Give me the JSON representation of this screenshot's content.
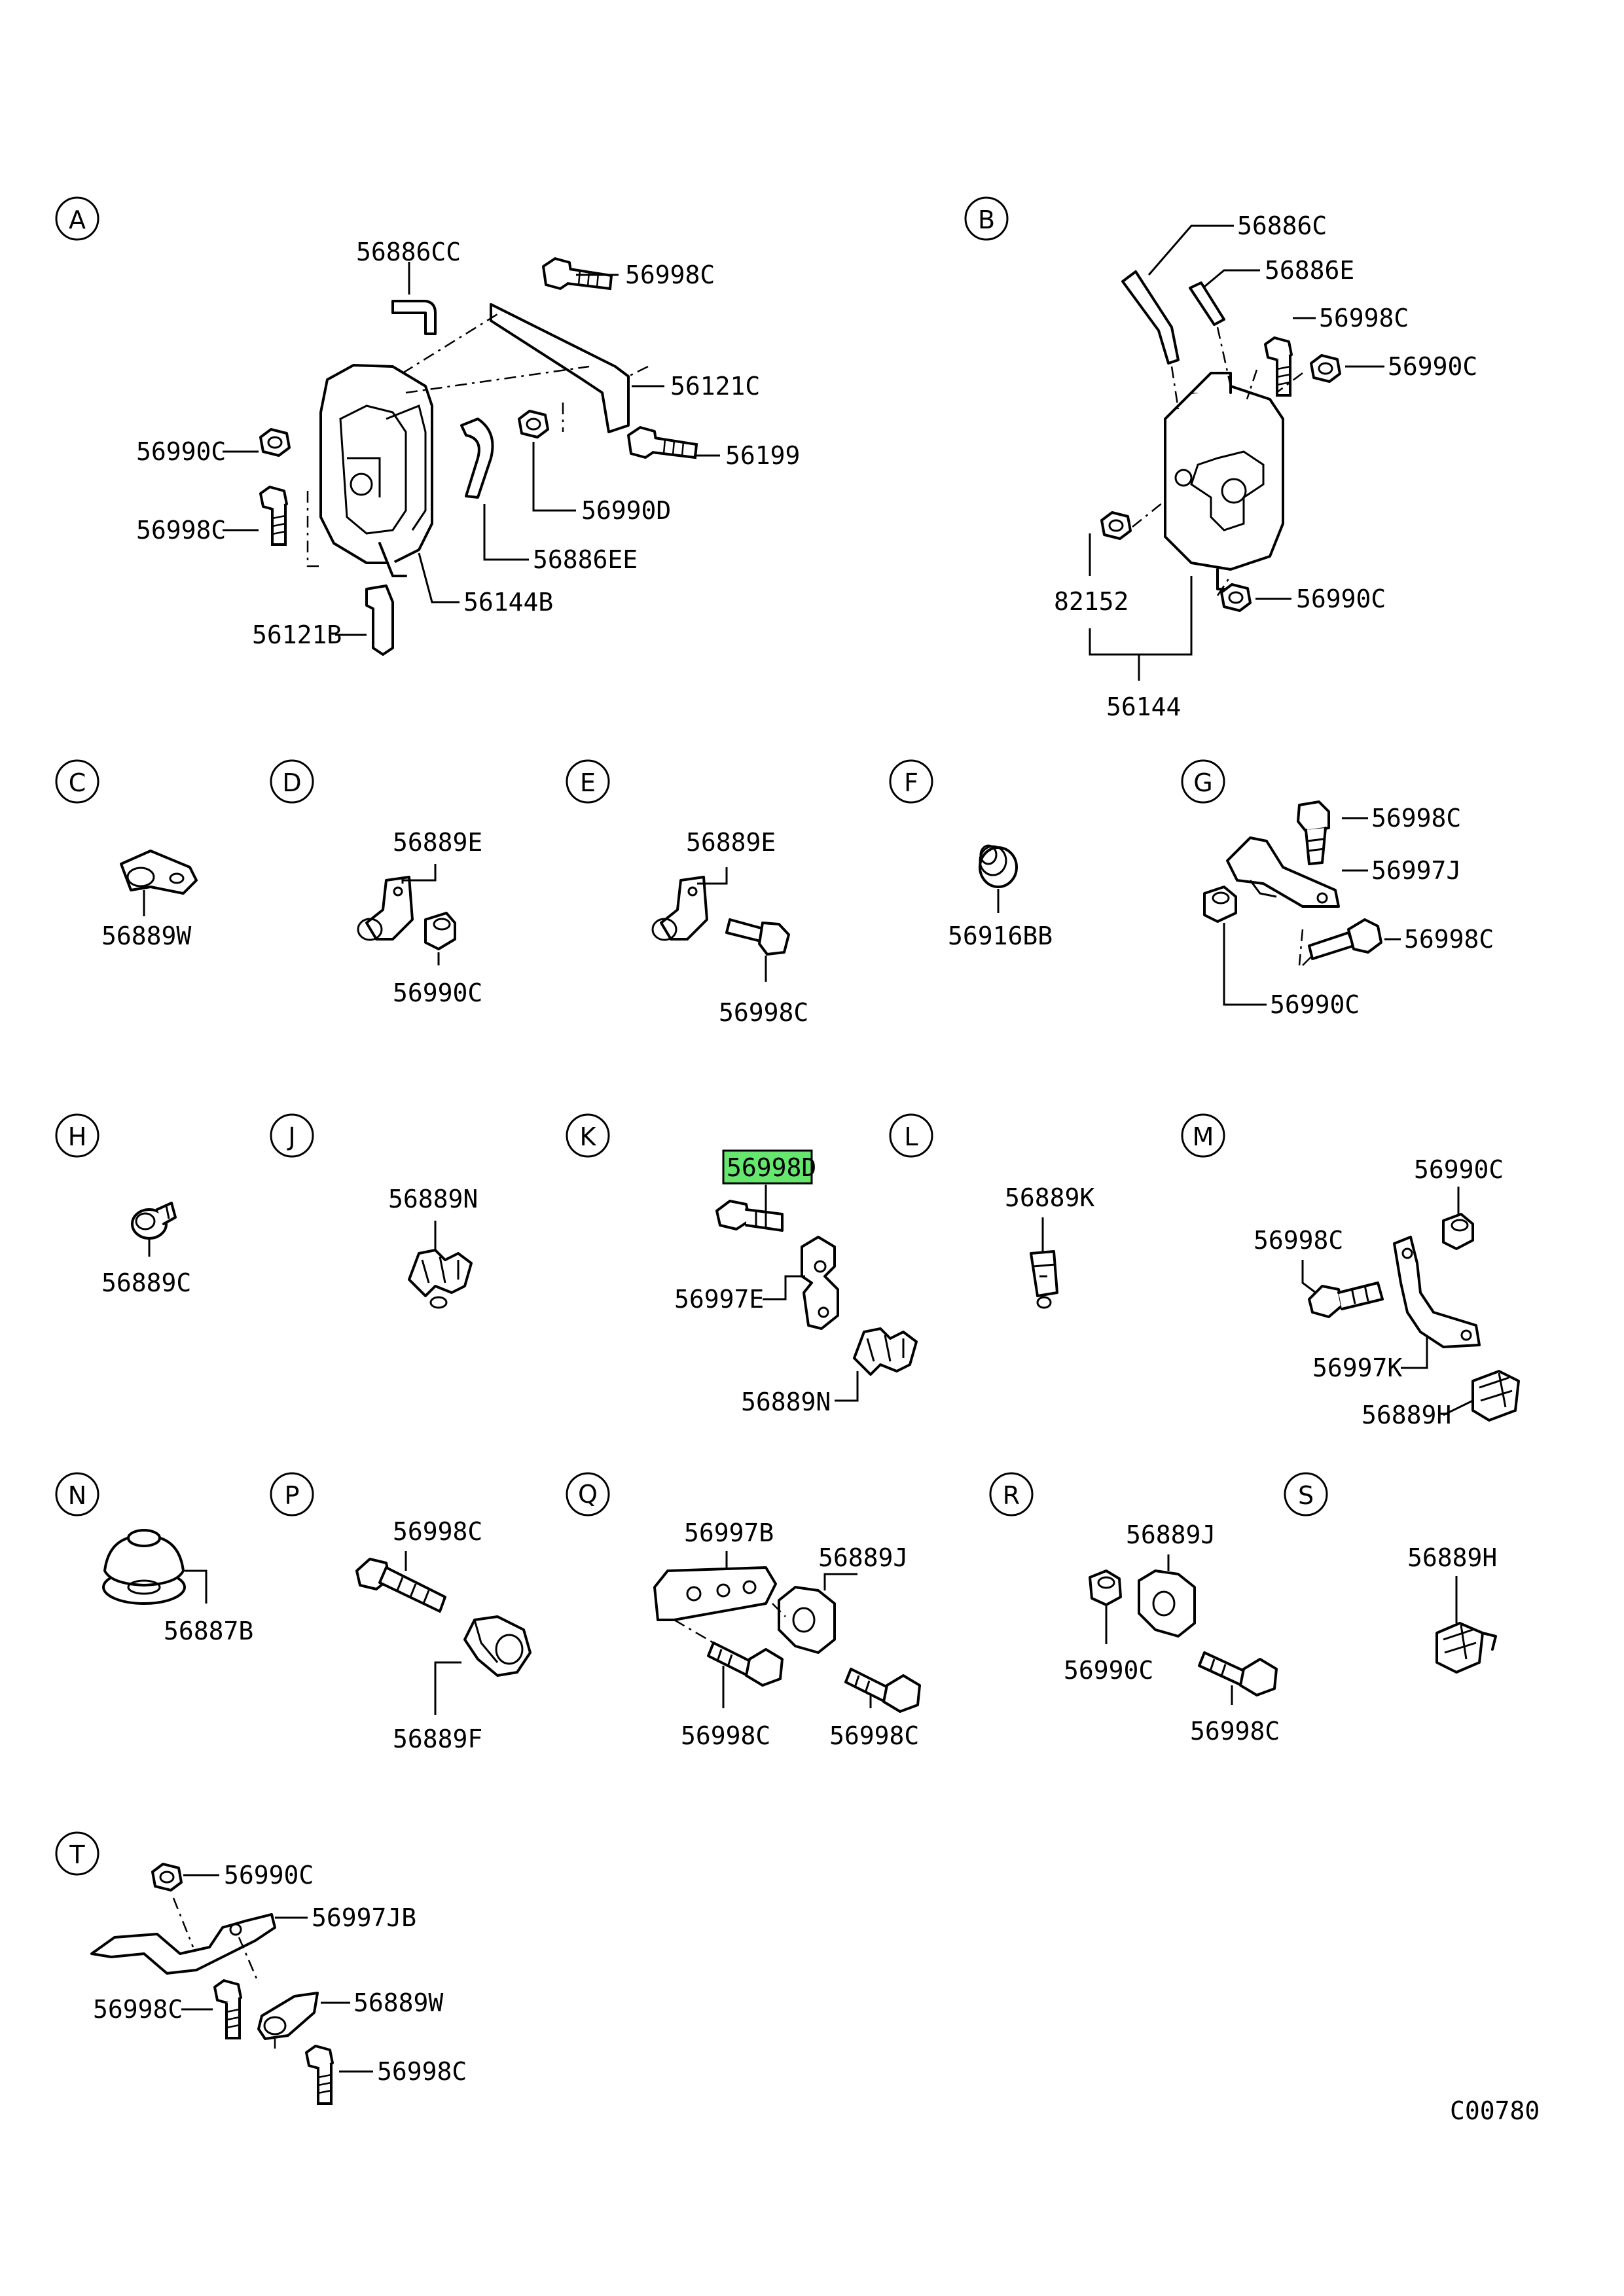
{
  "diagram_code": "C00780",
  "highlight_part": "56998D",
  "sections": [
    {
      "letter": "A",
      "labels": [
        "56886CC",
        "56998C",
        "56121C",
        "56990C",
        "56199",
        "56998C",
        "56990D",
        "56886EE",
        "56144B",
        "56121B"
      ]
    },
    {
      "letter": "B",
      "labels": [
        "56886C",
        "56886E",
        "56998C",
        "56990C",
        "82152",
        "56990C",
        "56144"
      ]
    },
    {
      "letter": "C",
      "labels": [
        "56889W"
      ]
    },
    {
      "letter": "D",
      "labels": [
        "56889E",
        "56990C"
      ]
    },
    {
      "letter": "E",
      "labels": [
        "56889E",
        "56998C"
      ]
    },
    {
      "letter": "F",
      "labels": [
        "56916BB"
      ]
    },
    {
      "letter": "G",
      "labels": [
        "56998C",
        "56997J",
        "56998C",
        "56990C"
      ]
    },
    {
      "letter": "H",
      "labels": [
        "56889C"
      ]
    },
    {
      "letter": "J",
      "labels": [
        "56889N"
      ]
    },
    {
      "letter": "K",
      "labels": [
        "56998D",
        "56997E",
        "56889N"
      ]
    },
    {
      "letter": "L",
      "labels": [
        "56889K"
      ]
    },
    {
      "letter": "M",
      "labels": [
        "56990C",
        "56998C",
        "56997K",
        "56889H"
      ]
    },
    {
      "letter": "N",
      "labels": [
        "56887B"
      ]
    },
    {
      "letter": "P",
      "labels": [
        "56998C",
        "56889F"
      ]
    },
    {
      "letter": "Q",
      "labels": [
        "56997B",
        "56889J",
        "56998C",
        "56998C"
      ]
    },
    {
      "letter": "R",
      "labels": [
        "56889J",
        "56990C",
        "56998C"
      ]
    },
    {
      "letter": "S",
      "labels": [
        "56889H"
      ]
    },
    {
      "letter": "T",
      "labels": [
        "56990C",
        "56997JB",
        "56998C",
        "56889W",
        "56998C"
      ]
    }
  ]
}
